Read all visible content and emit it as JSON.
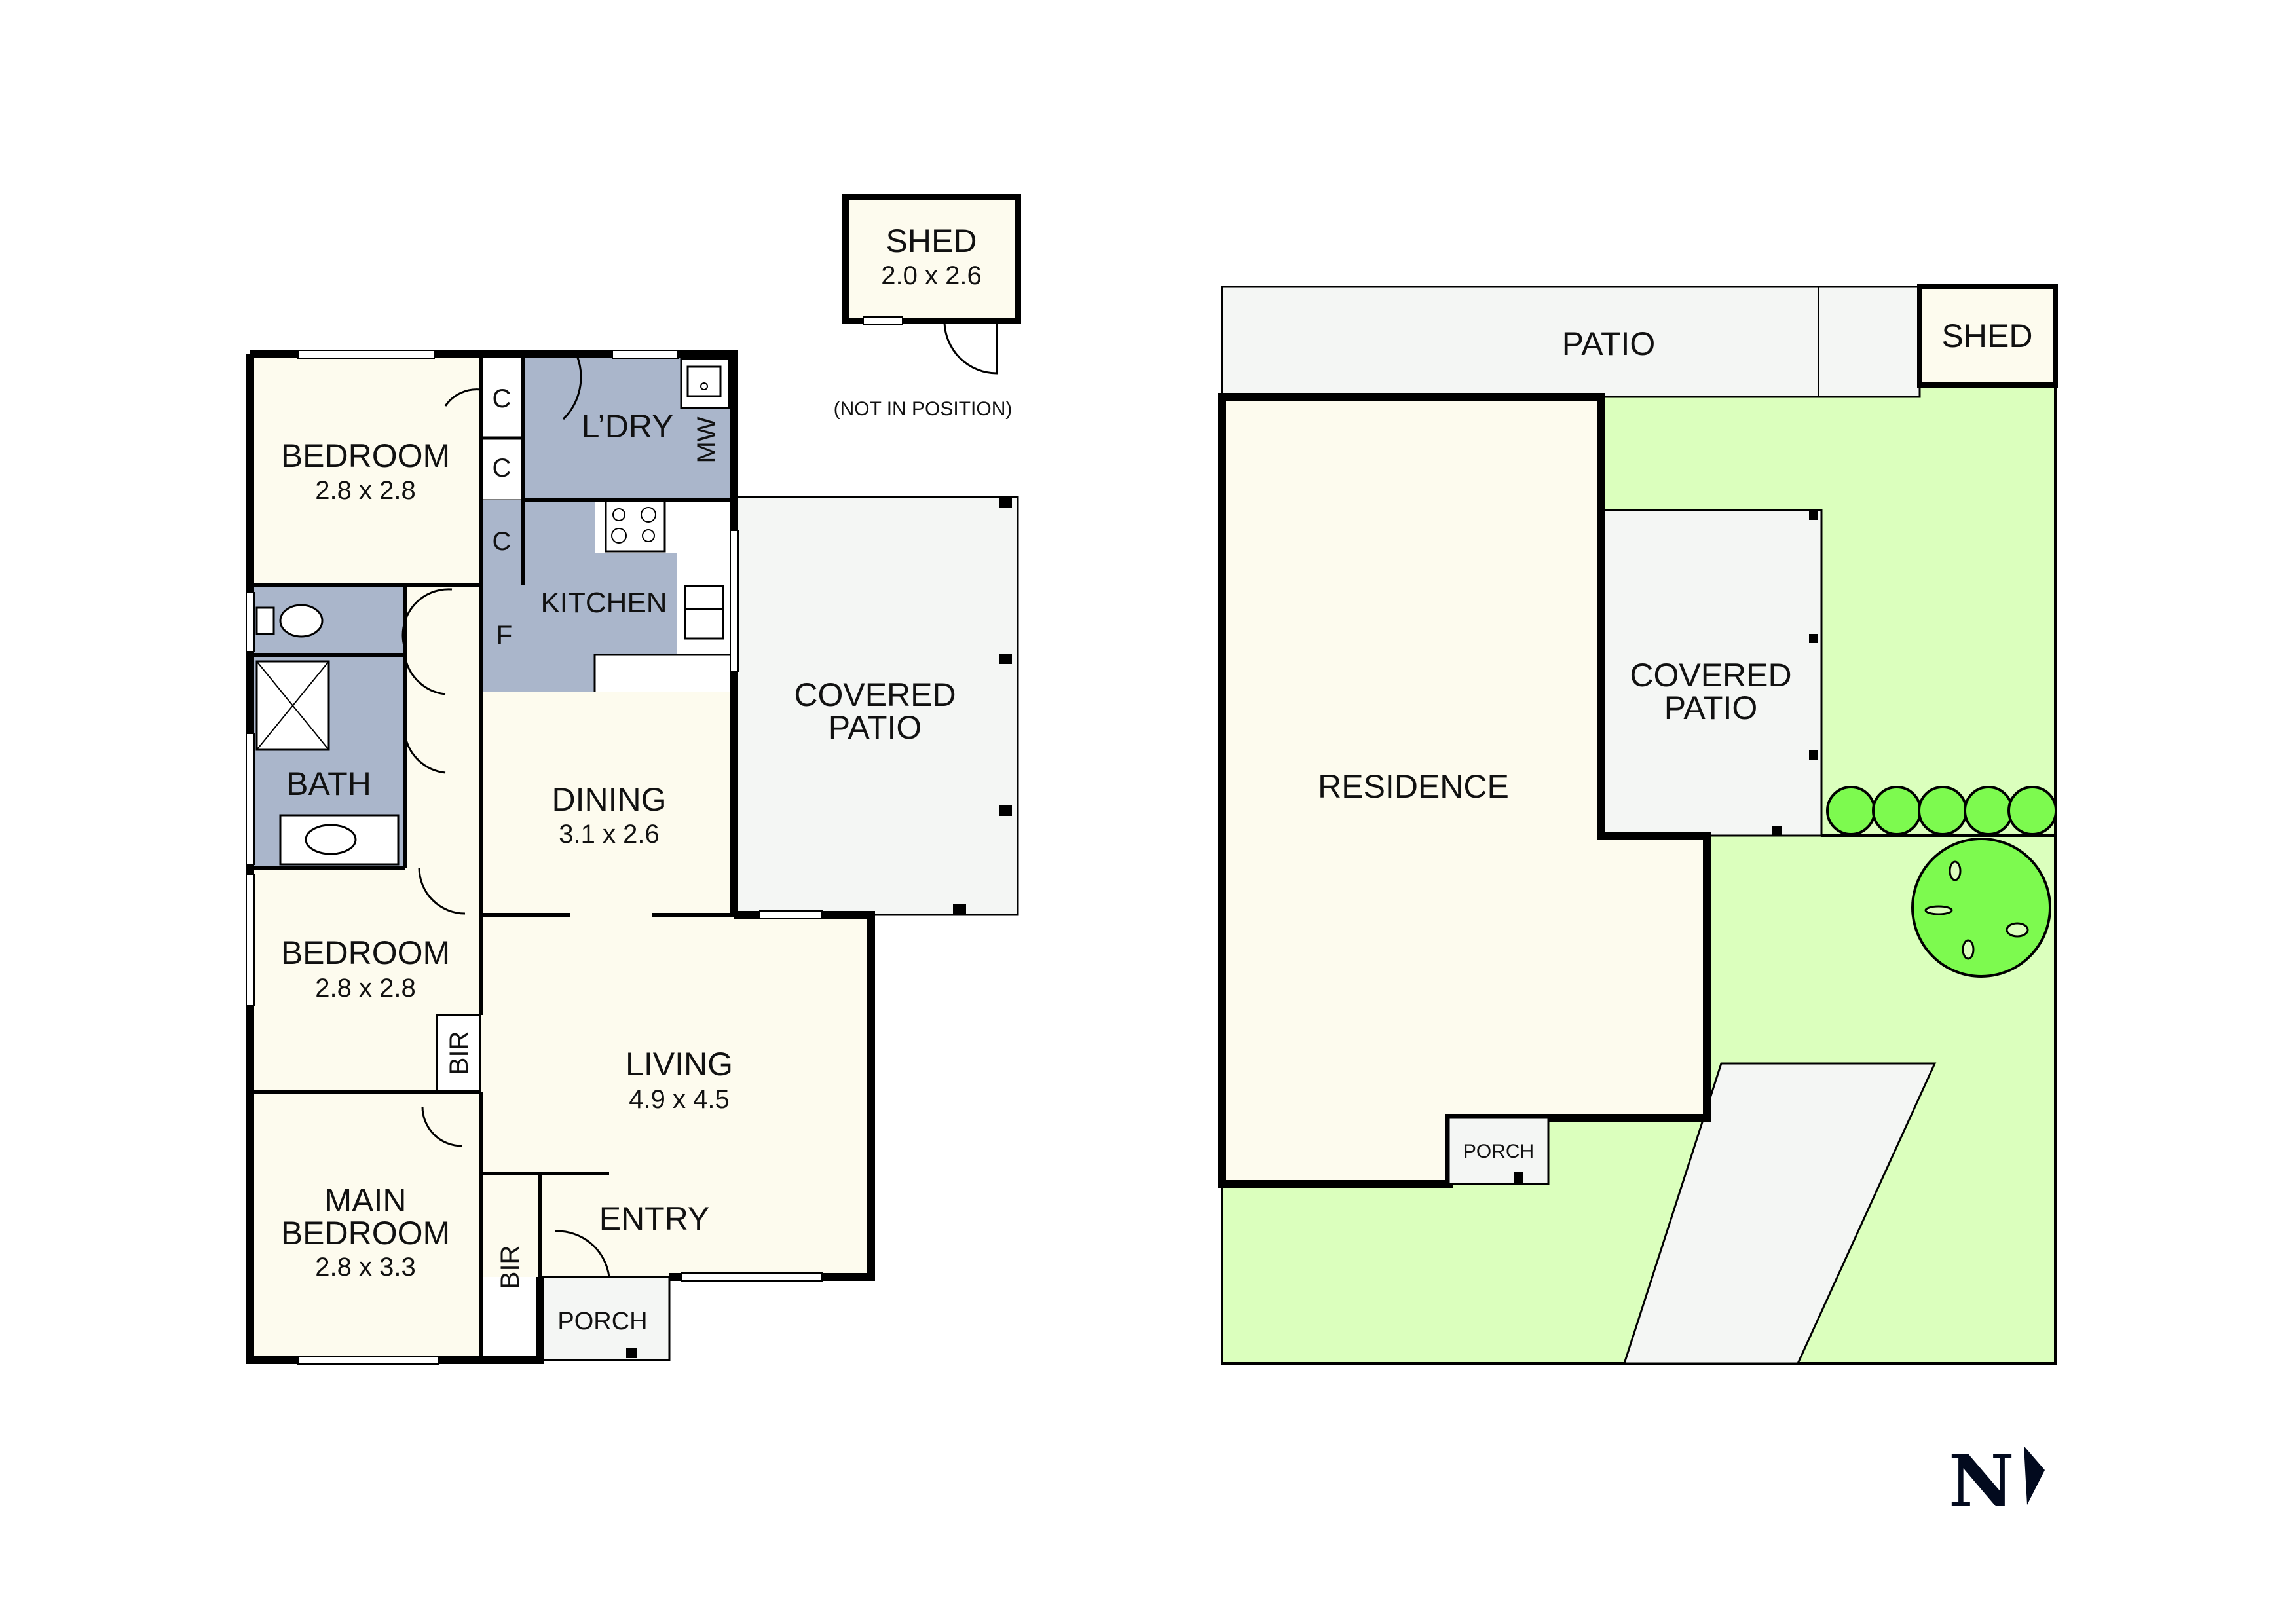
{
  "colors": {
    "living_fill": "#fdfbee",
    "wet_fill": "#aab6cb",
    "outdoor_fill": "#f4f6f4",
    "lawn_fill": "#dbffbd",
    "tree_fill": "#7dfa4f",
    "wall": "#000000",
    "north": "#020a1e"
  },
  "floor_plan": {
    "rooms": [
      {
        "id": "bedroom-1",
        "name": "BEDROOM",
        "dims": "2.8 x 2.8"
      },
      {
        "id": "laundry",
        "name": "L’DRY"
      },
      {
        "id": "kitchen",
        "name": "KITCHEN"
      },
      {
        "id": "bath",
        "name": "BATH"
      },
      {
        "id": "dining",
        "name": "DINING",
        "dims": "3.1 x 2.6"
      },
      {
        "id": "covered-patio",
        "name_line1": "COVERED",
        "name_line2": "PATIO"
      },
      {
        "id": "bedroom-2",
        "name": "BEDROOM",
        "dims": "2.8 x 2.8"
      },
      {
        "id": "living",
        "name": "LIVING",
        "dims": "4.9 x 4.5"
      },
      {
        "id": "main-bedroom",
        "name_line1": "MAIN",
        "name_line2": "BEDROOM",
        "dims": "2.8 x 3.3"
      },
      {
        "id": "entry",
        "name": "ENTRY"
      },
      {
        "id": "porch",
        "name": "PORCH"
      }
    ],
    "fixtures": {
      "cupboard": "C",
      "microwave": "MW",
      "fridge": "F",
      "built_in_robe": "BIR"
    },
    "shed": {
      "name": "SHED",
      "dims": "2.0 x 2.6",
      "note": "(NOT IN POSITION)"
    }
  },
  "site_plan": {
    "patio": "PATIO",
    "shed": "SHED",
    "residence": "RESIDENCE",
    "covered_patio_line1": "COVERED",
    "covered_patio_line2": "PATIO",
    "porch": "PORCH"
  },
  "north_arrow": {
    "label": "N"
  }
}
